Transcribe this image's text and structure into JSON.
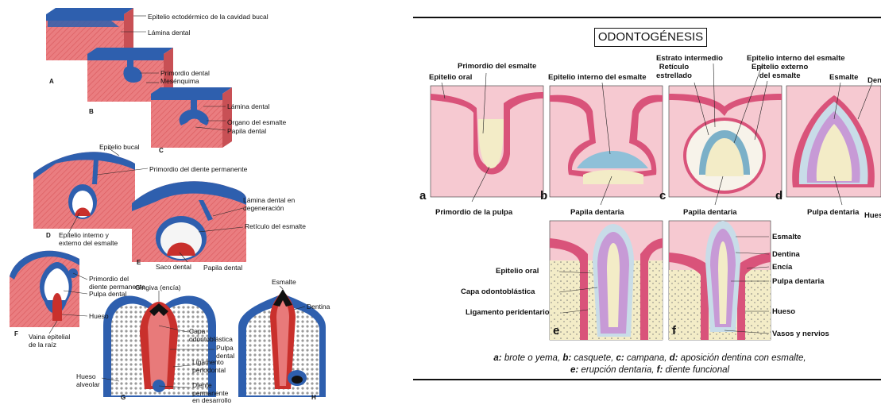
{
  "left_diagram": {
    "labels": {
      "epitelio_ectodermico": "Epitelio ectodérmico de la cavidad bucal",
      "lamina_dental_a": "Lámina dental",
      "primordio_dental": "Primordio dental",
      "mesenquima": "Mesénquima",
      "lamina_dental_c": "Lámina dental",
      "organo_esmalte": "Órgano del esmalte",
      "papila_dental_c": "Papila dental",
      "epitelio_bucal": "Epitelio bucal",
      "primordio_permanente": "Primordio del diente permanente",
      "lamina_degeneracion": "Lámina dental en\ndegeneración",
      "reticulo_esmalte": "Retículo del esmalte",
      "epitelio_interno_externo": "Epitelio interno y\nexterno del esmalte",
      "saco_dental": "Saco dental",
      "papila_dental_e": "Papila dental",
      "primordio_f": "Primordio del\ndiente permanente",
      "pulpa_dental_f": "Pulpa dental",
      "hueso_f": "Hueso",
      "vaina_epitelial": "Vaina epitelial\nde la raíz",
      "gingiva": "Gingiva (encía)",
      "capa_odontoblastica": "Capa\nodontoblástica",
      "pulpa_dental_g": "Pulpa\ndental",
      "ligamento_periodontal": "Ligamento\nperiodontal",
      "hueso_alveolar": "Hueso\nalveolar",
      "diente_permanente_desarrollo": "Diente\npermanente\nen desarrollo",
      "esmalte_h": "Esmalte",
      "dentina_h": "Dentina"
    },
    "stage_letters": [
      "A",
      "B",
      "C",
      "D",
      "E",
      "F",
      "G",
      "H"
    ]
  },
  "right_diagram": {
    "title": "ODONTOGÉNESIS",
    "labels": {
      "primordio_esmalte": "Primordio del esmalte",
      "epitelio_oral_a": "Epitelio oral",
      "primordio_pulpa": "Primordio de la pulpa",
      "epitelio_interno_b": "Epitelio interno del esmalte",
      "papila_dentaria_b": "Papila dentaria",
      "estrato_intermedio": "Estrato intermedio",
      "reticulo_estrellado": "Retículo\nestrellado",
      "epitelio_interno_c": "Epitelio interno del esmalte",
      "epitelio_externo_c": "Epitelio externo\ndel esmalte",
      "papila_dentaria_c": "Papila dentaria",
      "esmalte_d": "Esmalte",
      "dentina_d": "Dentina",
      "pulpa_dentaria_d": "Pulpa dentaria",
      "hueso_d": "Hueso",
      "epitelio_oral_e": "Epitelio oral",
      "capa_odontoblastica_e": "Capa odontoblástica",
      "ligamento_peridentario": "Ligamento peridentario",
      "esmalte_f": "Esmalte",
      "dentina_f": "Dentina",
      "encia_f": "Encía",
      "pulpa_dentaria_f": "Pulpa dentaria",
      "hueso_f": "Hueso",
      "vasos_nervios": "Vasos y nervios"
    },
    "stage_letters": [
      "a",
      "b",
      "c",
      "d",
      "e",
      "f"
    ],
    "caption": {
      "a_key": "a:",
      "a_text": " brote o yema, ",
      "b_key": "b:",
      "b_text": " casquete, ",
      "c_key": "c:",
      "c_text": " campana, ",
      "d_key": "d:",
      "d_text": " aposición dentina con esmalte,",
      "e_key": "e:",
      "e_text": " erupción dentaria, ",
      "f_key": "f:",
      "f_text": " diente funcional"
    }
  },
  "colors": {
    "epithelium_blue": "#2e5fae",
    "tissue_red": "#e8777b",
    "pulp_red": "#c9302c",
    "right_pink": "#f6c9d1",
    "right_bone": "#f3ecc7",
    "right_dentin": "#c79ad6"
  }
}
